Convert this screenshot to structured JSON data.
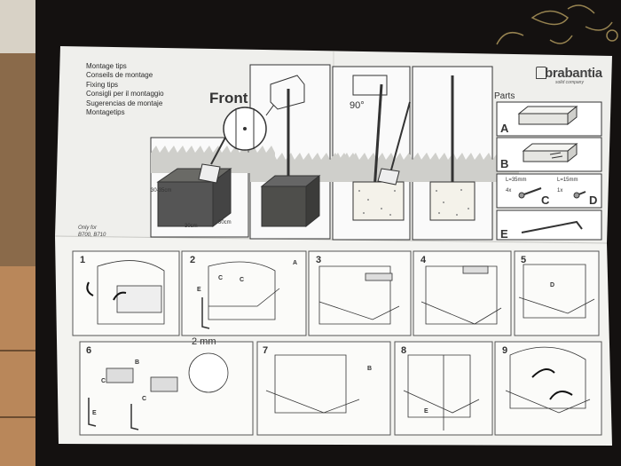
{
  "tips": [
    "Montage tips",
    "Conseils de montage",
    "Fixing tips",
    "Consigli per il montaggio",
    "Sugerencias de montaje",
    "Montagetips"
  ],
  "front_label": "Front",
  "angle_label": "90°",
  "dimensions": {
    "depth": "30-35cm",
    "width": "30cm",
    "length": "30cm"
  },
  "only_for": [
    "Only for",
    "B700, B710"
  ],
  "brand": {
    "name": "brabantia",
    "tagline": "solid company"
  },
  "parts": {
    "title": "Parts",
    "items": [
      {
        "letter": "A"
      },
      {
        "letter": "B"
      },
      {
        "letter": "C",
        "note": "L=35mm",
        "qty": "4x"
      },
      {
        "letter": "D",
        "note": "L=15mm",
        "qty": "1x"
      },
      {
        "letter": "E"
      }
    ]
  },
  "steps": [
    "1",
    "2",
    "3",
    "4",
    "5",
    "6",
    "7",
    "8",
    "9"
  ],
  "gap_label": "2 mm",
  "step_labels": {
    "s2": [
      "A",
      "C",
      "C",
      "E"
    ],
    "s5": "D",
    "s6": [
      "B",
      "C",
      "C",
      "E"
    ],
    "s7": "B",
    "s8": "E"
  },
  "colors": {
    "background": "#1a1612",
    "paper": "#f1f1ee",
    "line": "#333333",
    "grass": "#c9c9c5"
  }
}
